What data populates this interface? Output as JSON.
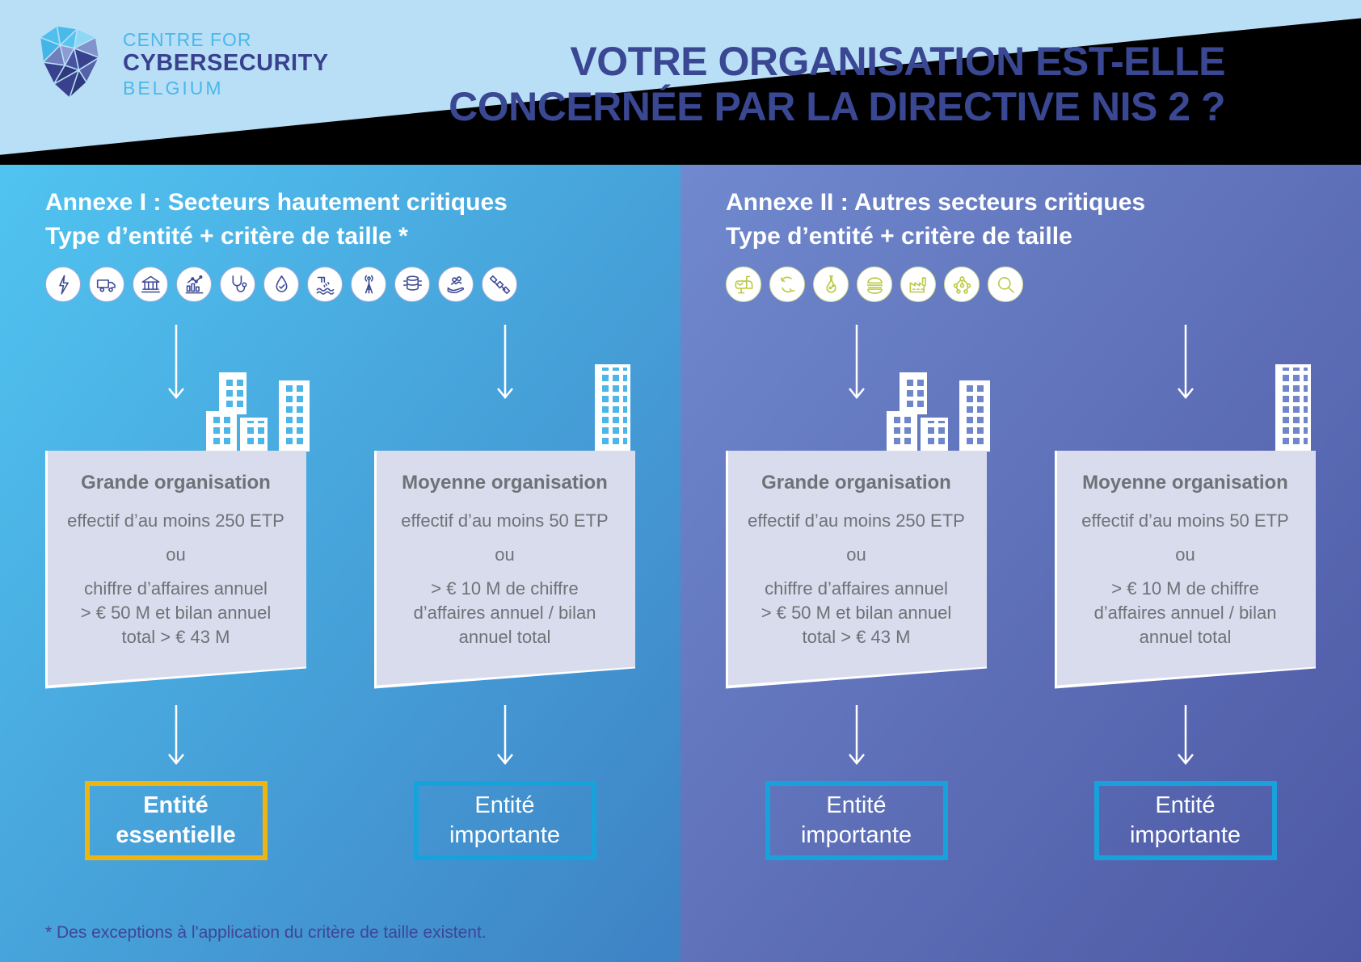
{
  "header": {
    "logo_line1": "CENTRE FOR",
    "logo_line2": "CYBERSECURITY",
    "logo_line3": "BELGIUM",
    "title_line1": "VOTRE ORGANISATION EST-ELLE",
    "title_line2": "CONCERNÉE PAR LA DIRECTIVE NIS 2 ?"
  },
  "panels": [
    {
      "heading_line1": "Annexe I : Secteurs hautement critiques",
      "heading_line2": "Type d’entité + critère de taille *",
      "icons": [
        "energy-icon",
        "transport-icon",
        "banking-icon",
        "financial-market-icon",
        "health-icon",
        "drinking-water-icon",
        "waste-water-icon",
        "digital-infrastructure-icon",
        "ict-services-icon",
        "public-administration-icon",
        "space-icon"
      ],
      "columns": [
        {
          "org_title": "Grande organisation",
          "criteria": [
            "effectif d’au moins 250 ETP",
            "ou",
            "chiffre d’affaires annuel\n> € 50 M et bilan annuel\ntotal > € 43 M"
          ],
          "result_label": "Entité\nessentielle",
          "result_type": "essentielle"
        },
        {
          "org_title": "Moyenne organisation",
          "criteria": [
            "effectif d’au moins 50 ETP",
            "ou",
            "> € 10 M de chiffre\nd’affaires annuel / bilan\nannuel total"
          ],
          "result_label": "Entité\nimportante",
          "result_type": "importante"
        }
      ]
    },
    {
      "heading_line1": "Annexe II : Autres secteurs critiques",
      "heading_line2": "Type d’entité + critère de taille",
      "icons": [
        "postal-services-icon",
        "waste-management-icon",
        "chemicals-icon",
        "food-icon",
        "manufacturing-icon",
        "digital-providers-icon",
        "research-icon"
      ],
      "columns": [
        {
          "org_title": "Grande organisation",
          "criteria": [
            "effectif d’au moins 250 ETP",
            "ou",
            "chiffre d’affaires annuel\n> € 50 M et bilan annuel\ntotal > € 43 M"
          ],
          "result_label": "Entité\nimportante",
          "result_type": "importante"
        },
        {
          "org_title": "Moyenne organisation",
          "criteria": [
            "effectif d’au moins 50 ETP",
            "ou",
            "> € 10 M de chiffre\nd’affaires annuel / bilan\nannuel total"
          ],
          "result_label": "Entité\nimportante",
          "result_type": "importante"
        }
      ]
    }
  ],
  "footnote": "* Des exceptions à l'application du critère de taille existent.",
  "colors": {
    "header_bg": "#B9DFF7",
    "title_text": "#3A4792",
    "panel1_top": "#50C4F1",
    "panel1_bottom": "#3E82C4",
    "panel2_top": "#7089CE",
    "panel2_bottom": "#4D58A4",
    "criteria_box": "#D9DCEC",
    "criteria_text": "#6E7277",
    "essential_border": "#EEB512",
    "important_border": "#18A2DC"
  }
}
